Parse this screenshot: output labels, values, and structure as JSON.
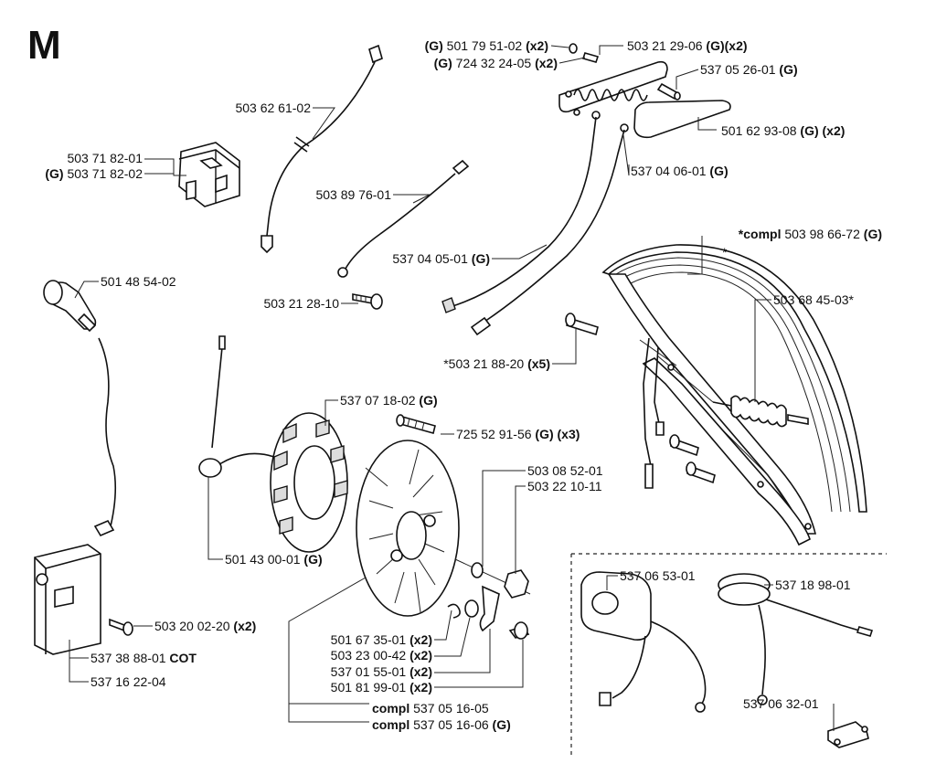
{
  "section_letter": "M",
  "labels": {
    "p1a": {
      "pre": "(G) ",
      "num": "501 79 51-02",
      "suf": " (x2)"
    },
    "p1b": {
      "pre": "(G) ",
      "num": "724 32 24-05",
      "suf": " (x2)"
    },
    "p2": {
      "pre": "",
      "num": "503 21 29-06",
      "suf": " (G)(x2)"
    },
    "p3": {
      "pre": "",
      "num": "537 05 26-01",
      "suf": " (G)"
    },
    "p4": {
      "pre": "",
      "num": "501 62 93-08",
      "suf": " (G) (x2)"
    },
    "p5": {
      "pre": "",
      "num": "537 04 06-01",
      "suf": " (G)"
    },
    "p6": {
      "pre": "",
      "num": "503 62 61-02",
      "suf": ""
    },
    "p7a": {
      "pre": "",
      "num": "503 71 82-01",
      "suf": ""
    },
    "p7b": {
      "pre": "(G) ",
      "num": "503 71 82-02",
      "suf": ""
    },
    "p8": {
      "pre": "",
      "num": "503 89 76-01",
      "suf": ""
    },
    "p9": {
      "pre": "",
      "num": "537 04 05-01",
      "suf": " (G)"
    },
    "p10": {
      "pre": "",
      "num": "503 21 28-10",
      "suf": ""
    },
    "p11": {
      "pre": "",
      "num": "501 48 54-02",
      "suf": ""
    },
    "p12": {
      "pre": "*compl ",
      "num": "503 98 66-72",
      "suf": " (G)"
    },
    "p12s": {
      "pre": "",
      "num": "*",
      "suf": ""
    },
    "p13": {
      "pre": "",
      "num": "503 68 45-03*",
      "suf": ""
    },
    "p14": {
      "pre": "*",
      "num": "503 21 88-20",
      "suf": " (x5)"
    },
    "p15": {
      "pre": "",
      "num": "537 07 18-02",
      "suf": " (G)"
    },
    "p16": {
      "pre": "",
      "num": "725 52 91-56",
      "suf": " (G) (x3)"
    },
    "p17": {
      "pre": "",
      "num": "503 08 52-01",
      "suf": ""
    },
    "p18": {
      "pre": "",
      "num": "503 22 10-11",
      "suf": ""
    },
    "p19": {
      "pre": "",
      "num": "501 43 00-01",
      "suf": " (G)"
    },
    "p20": {
      "pre": "",
      "num": "537 06 53-01",
      "suf": ""
    },
    "p21": {
      "pre": "",
      "num": "537 18 98-01",
      "suf": ""
    },
    "p22": {
      "pre": "",
      "num": "503 20 02-20",
      "suf": " (x2)"
    },
    "p23": {
      "pre": "",
      "num": "537 38 88-01",
      "suf": " COT"
    },
    "p24": {
      "pre": "",
      "num": "537 16 22-04",
      "suf": ""
    },
    "p25": {
      "pre": "",
      "num": "501 67 35-01",
      "suf": " (x2)"
    },
    "p26": {
      "pre": "",
      "num": "503 23 00-42",
      "suf": " (x2)"
    },
    "p27": {
      "pre": "",
      "num": "537 01 55-01",
      "suf": " (x2)"
    },
    "p28": {
      "pre": "",
      "num": "501 81 99-01",
      "suf": " (x2)"
    },
    "p29": {
      "pre": "compl ",
      "num": "537 05 16-05",
      "suf": ""
    },
    "p30": {
      "pre": "compl ",
      "num": "537 05 16-06",
      "suf": " (G)"
    },
    "p31": {
      "pre": "",
      "num": "537 06 32-01",
      "suf": ""
    }
  }
}
